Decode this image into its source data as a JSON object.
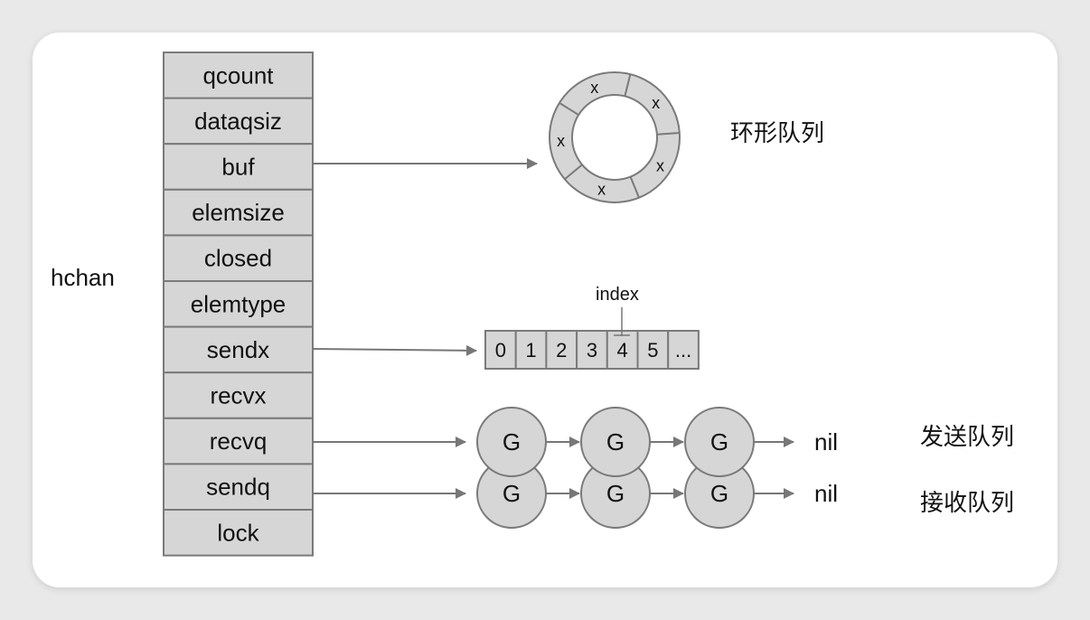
{
  "struct_label": "hchan",
  "fields": [
    "qcount",
    "dataqsiz",
    "buf",
    "elemsize",
    "closed",
    "elemtype",
    "sendx",
    "recvx",
    "recvq",
    "sendq",
    "lock"
  ],
  "ring": {
    "cells": [
      "x",
      "x",
      "x",
      "x",
      "x"
    ],
    "label": "环形队列"
  },
  "array": {
    "cells": [
      "0",
      "1",
      "2",
      "3",
      "4",
      "5",
      "..."
    ],
    "index_label": "index",
    "index_value": 4
  },
  "queues": [
    {
      "nodes": [
        "G",
        "G",
        "G"
      ],
      "tail": "nil",
      "label": "发送队列"
    },
    {
      "nodes": [
        "G",
        "G",
        "G"
      ],
      "tail": "nil",
      "label": "接收队列"
    }
  ],
  "colors": {
    "box_fill": "#d6d6d6",
    "stroke": "#7a7a7a",
    "arrow": "#777777",
    "card": "#ffffff",
    "background": "#e9e9e9"
  }
}
